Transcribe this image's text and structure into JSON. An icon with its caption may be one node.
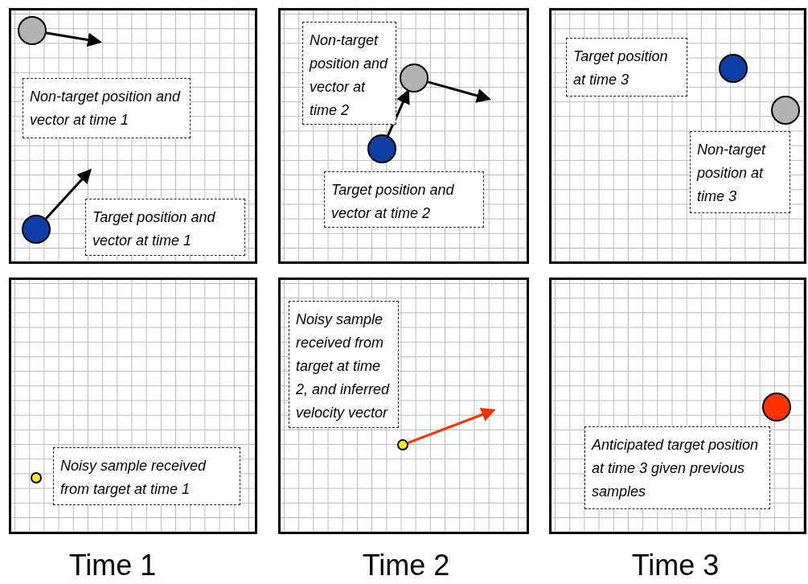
{
  "diagram": {
    "nodes": [
      {
        "text": [],
        "shape": "box"
      },
      {
        "text": [],
        "shape": "circle",
        "in": 0
      },
      {
        "text": [
          "Non-target position and vector at time 1"
        ],
        "in": 0
      },
      {
        "text": [],
        "shape": "circle",
        "in": 0
      },
      {
        "text": [
          "Target position and vector at time 1"
        ],
        "in": 0
      },
      {
        "text": [],
        "shape": "box"
      },
      {
        "text": [
          "Non-target position and vector at time 2"
        ],
        "in": 5
      },
      {
        "text": [],
        "shape": "circle",
        "in": 5
      },
      {
        "text": [],
        "shape": "circle",
        "in": 5
      },
      {
        "text": [
          "Target position and vector at time 2"
        ],
        "in": 5
      },
      {
        "text": [],
        "shape": "box"
      },
      {
        "text": [
          "Target position at time 3"
        ],
        "in": 10
      },
      {
        "text": [],
        "shape": "circle",
        "in": 10
      },
      {
        "text": [],
        "shape": "circle",
        "in": 10
      },
      {
        "text": [
          "Non-target position at time 3"
        ],
        "in": 10
      },
      {
        "text": [],
        "shape": "box"
      },
      {
        "text": [],
        "shape": "circle",
        "in": 15
      },
      {
        "text": [
          "Noisy sample received from target at time 1"
        ],
        "in": 15
      },
      {
        "text": [],
        "shape": "box"
      },
      {
        "text": [
          "Noisy sample received from target at time 2, and inferred velocity vector"
        ],
        "in": 18
      },
      {
        "text": [],
        "shape": "circle",
        "in": 18
      },
      {
        "text": [],
        "shape": "box"
      },
      {
        "text": [],
        "shape": "circle",
        "in": 21
      },
      {
        "text": [
          "Anticipated target position at time 3 given previous samples"
        ],
        "in": 21
      }
    ],
    "edges": [
      {
        "from": 1,
        "to": null,
        "arrow": "to"
      },
      {
        "from": 3,
        "to": null,
        "arrow": "to"
      },
      {
        "from": 7,
        "to": null,
        "arrow": "to"
      },
      {
        "from": 8,
        "to": 7,
        "arrow": "to"
      },
      {
        "from": 20,
        "to": null,
        "arrow": "to",
        "color": "#ff3300"
      }
    ],
    "labels": [
      "Time 1",
      "Time 2",
      "Time 3"
    ]
  }
}
